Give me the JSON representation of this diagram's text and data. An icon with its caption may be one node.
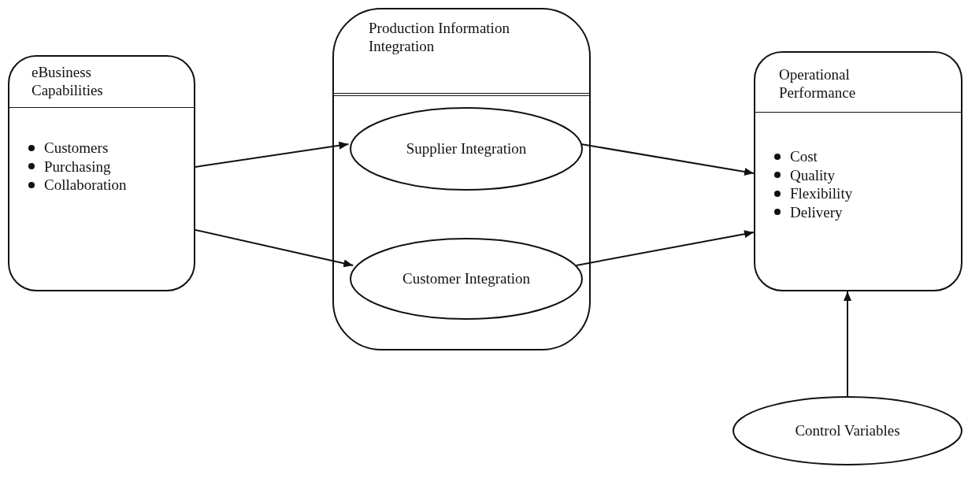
{
  "diagram": {
    "nodes": [
      {
        "text": [
          "eBusiness Capabilities",
          "Customers",
          "Purchasing",
          "Collaboration"
        ]
      },
      {
        "text": [
          "Production Information Integration"
        ]
      },
      {
        "text": [
          "Supplier Integration"
        ],
        "in": 1
      },
      {
        "text": [
          "Customer Integration"
        ],
        "in": 1
      },
      {
        "text": [
          "Operational Performance",
          "Cost",
          "Quality",
          "Flexibility",
          "Delivery"
        ]
      },
      {
        "text": [
          "Control Variables"
        ]
      }
    ],
    "edges": [
      {
        "from": 0,
        "to": 2,
        "arrow": "to"
      },
      {
        "from": 0,
        "to": 3,
        "arrow": "to"
      },
      {
        "from": 2,
        "to": 4,
        "arrow": "to"
      },
      {
        "from": 3,
        "to": 4,
        "arrow": "to"
      },
      {
        "from": 5,
        "to": 4,
        "arrow": "to"
      }
    ]
  }
}
